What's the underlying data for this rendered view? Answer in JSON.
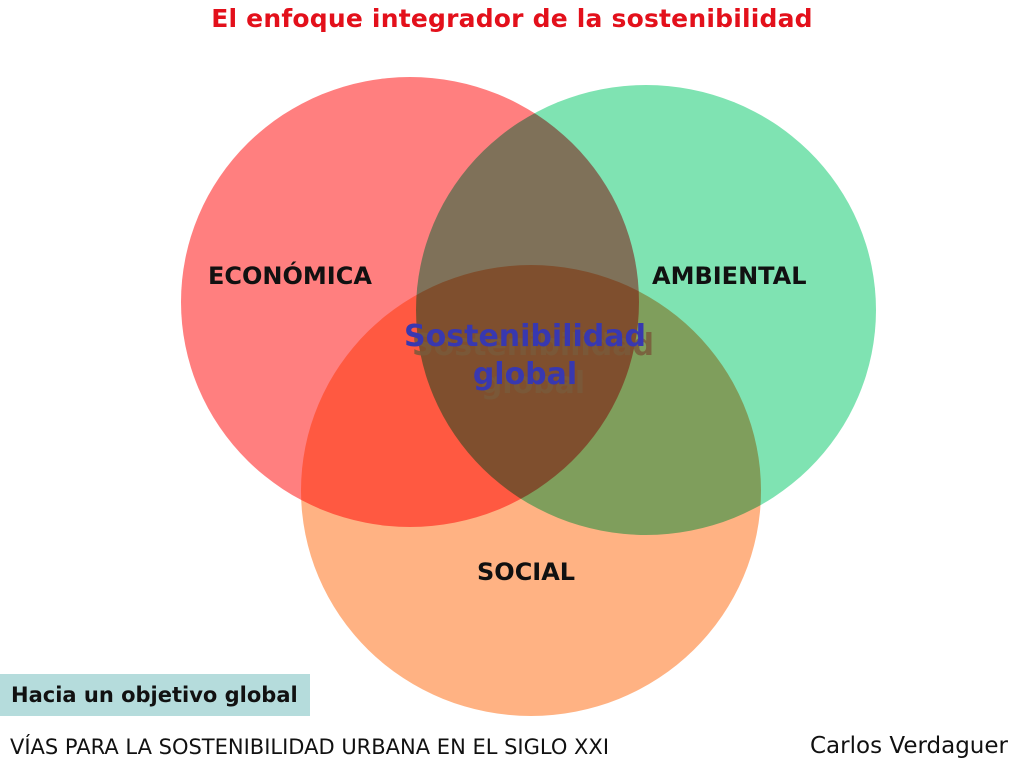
{
  "slide": {
    "title": "El enfoque integrador de la sostenibilidad",
    "title_color": "#e3101b"
  },
  "venn": {
    "circles": [
      {
        "id": "economica",
        "label": "ECONÓMICA",
        "color": "#ff7f7f"
      },
      {
        "id": "ambiental",
        "label": "AMBIENTAL",
        "color": "#7fe3b2"
      },
      {
        "id": "social",
        "label": "SOCIAL",
        "color": "#ffae7c"
      }
    ],
    "center": {
      "line1": "Sostenibilidad",
      "line2": "global",
      "color": "#3838b0"
    }
  },
  "footer": {
    "section_tag": "Hacia un objetivo global",
    "section_tag_bg": "#b5dcdc",
    "series_title": "VÍAS PARA LA SOSTENIBILIDAD URBANA EN EL SIGLO XXI",
    "author": "Carlos Verdaguer"
  }
}
